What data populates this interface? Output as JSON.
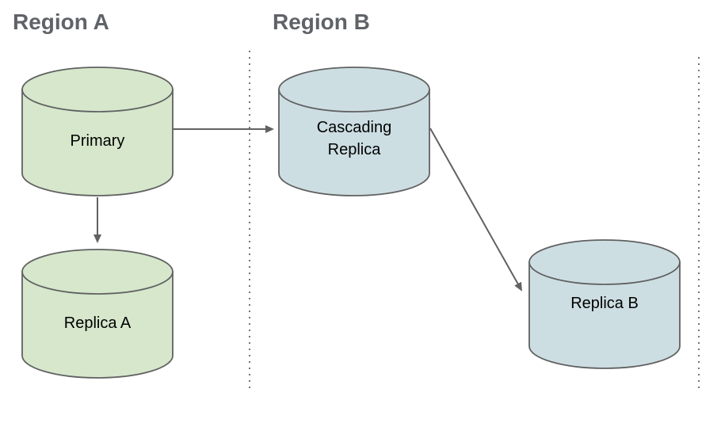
{
  "regions": [
    {
      "label": "Region A"
    },
    {
      "label": "Region B"
    }
  ],
  "nodes": [
    {
      "id": "primary",
      "label": "Primary",
      "region": "Region A",
      "shape": "database-cylinder"
    },
    {
      "id": "cascading-replica",
      "label": "Cascading Replica",
      "region": "Region B",
      "shape": "database-cylinder"
    },
    {
      "id": "replica-a",
      "label": "Replica A",
      "region": "Region A",
      "shape": "database-cylinder"
    },
    {
      "id": "replica-b",
      "label": "Replica B",
      "region": "Region B",
      "shape": "database-cylinder"
    }
  ],
  "edges": [
    {
      "from": "primary",
      "to": "cascading-replica"
    },
    {
      "from": "primary",
      "to": "replica-a"
    },
    {
      "from": "cascading-replica",
      "to": "replica-b"
    }
  ],
  "colors": {
    "region_a_fill": "#d6e7cc",
    "region_b_fill": "#cddee3",
    "stroke": "#616161",
    "arrow": "#616161",
    "heading": "#5f6368",
    "divider": "#757575",
    "label_text": "#000000"
  }
}
